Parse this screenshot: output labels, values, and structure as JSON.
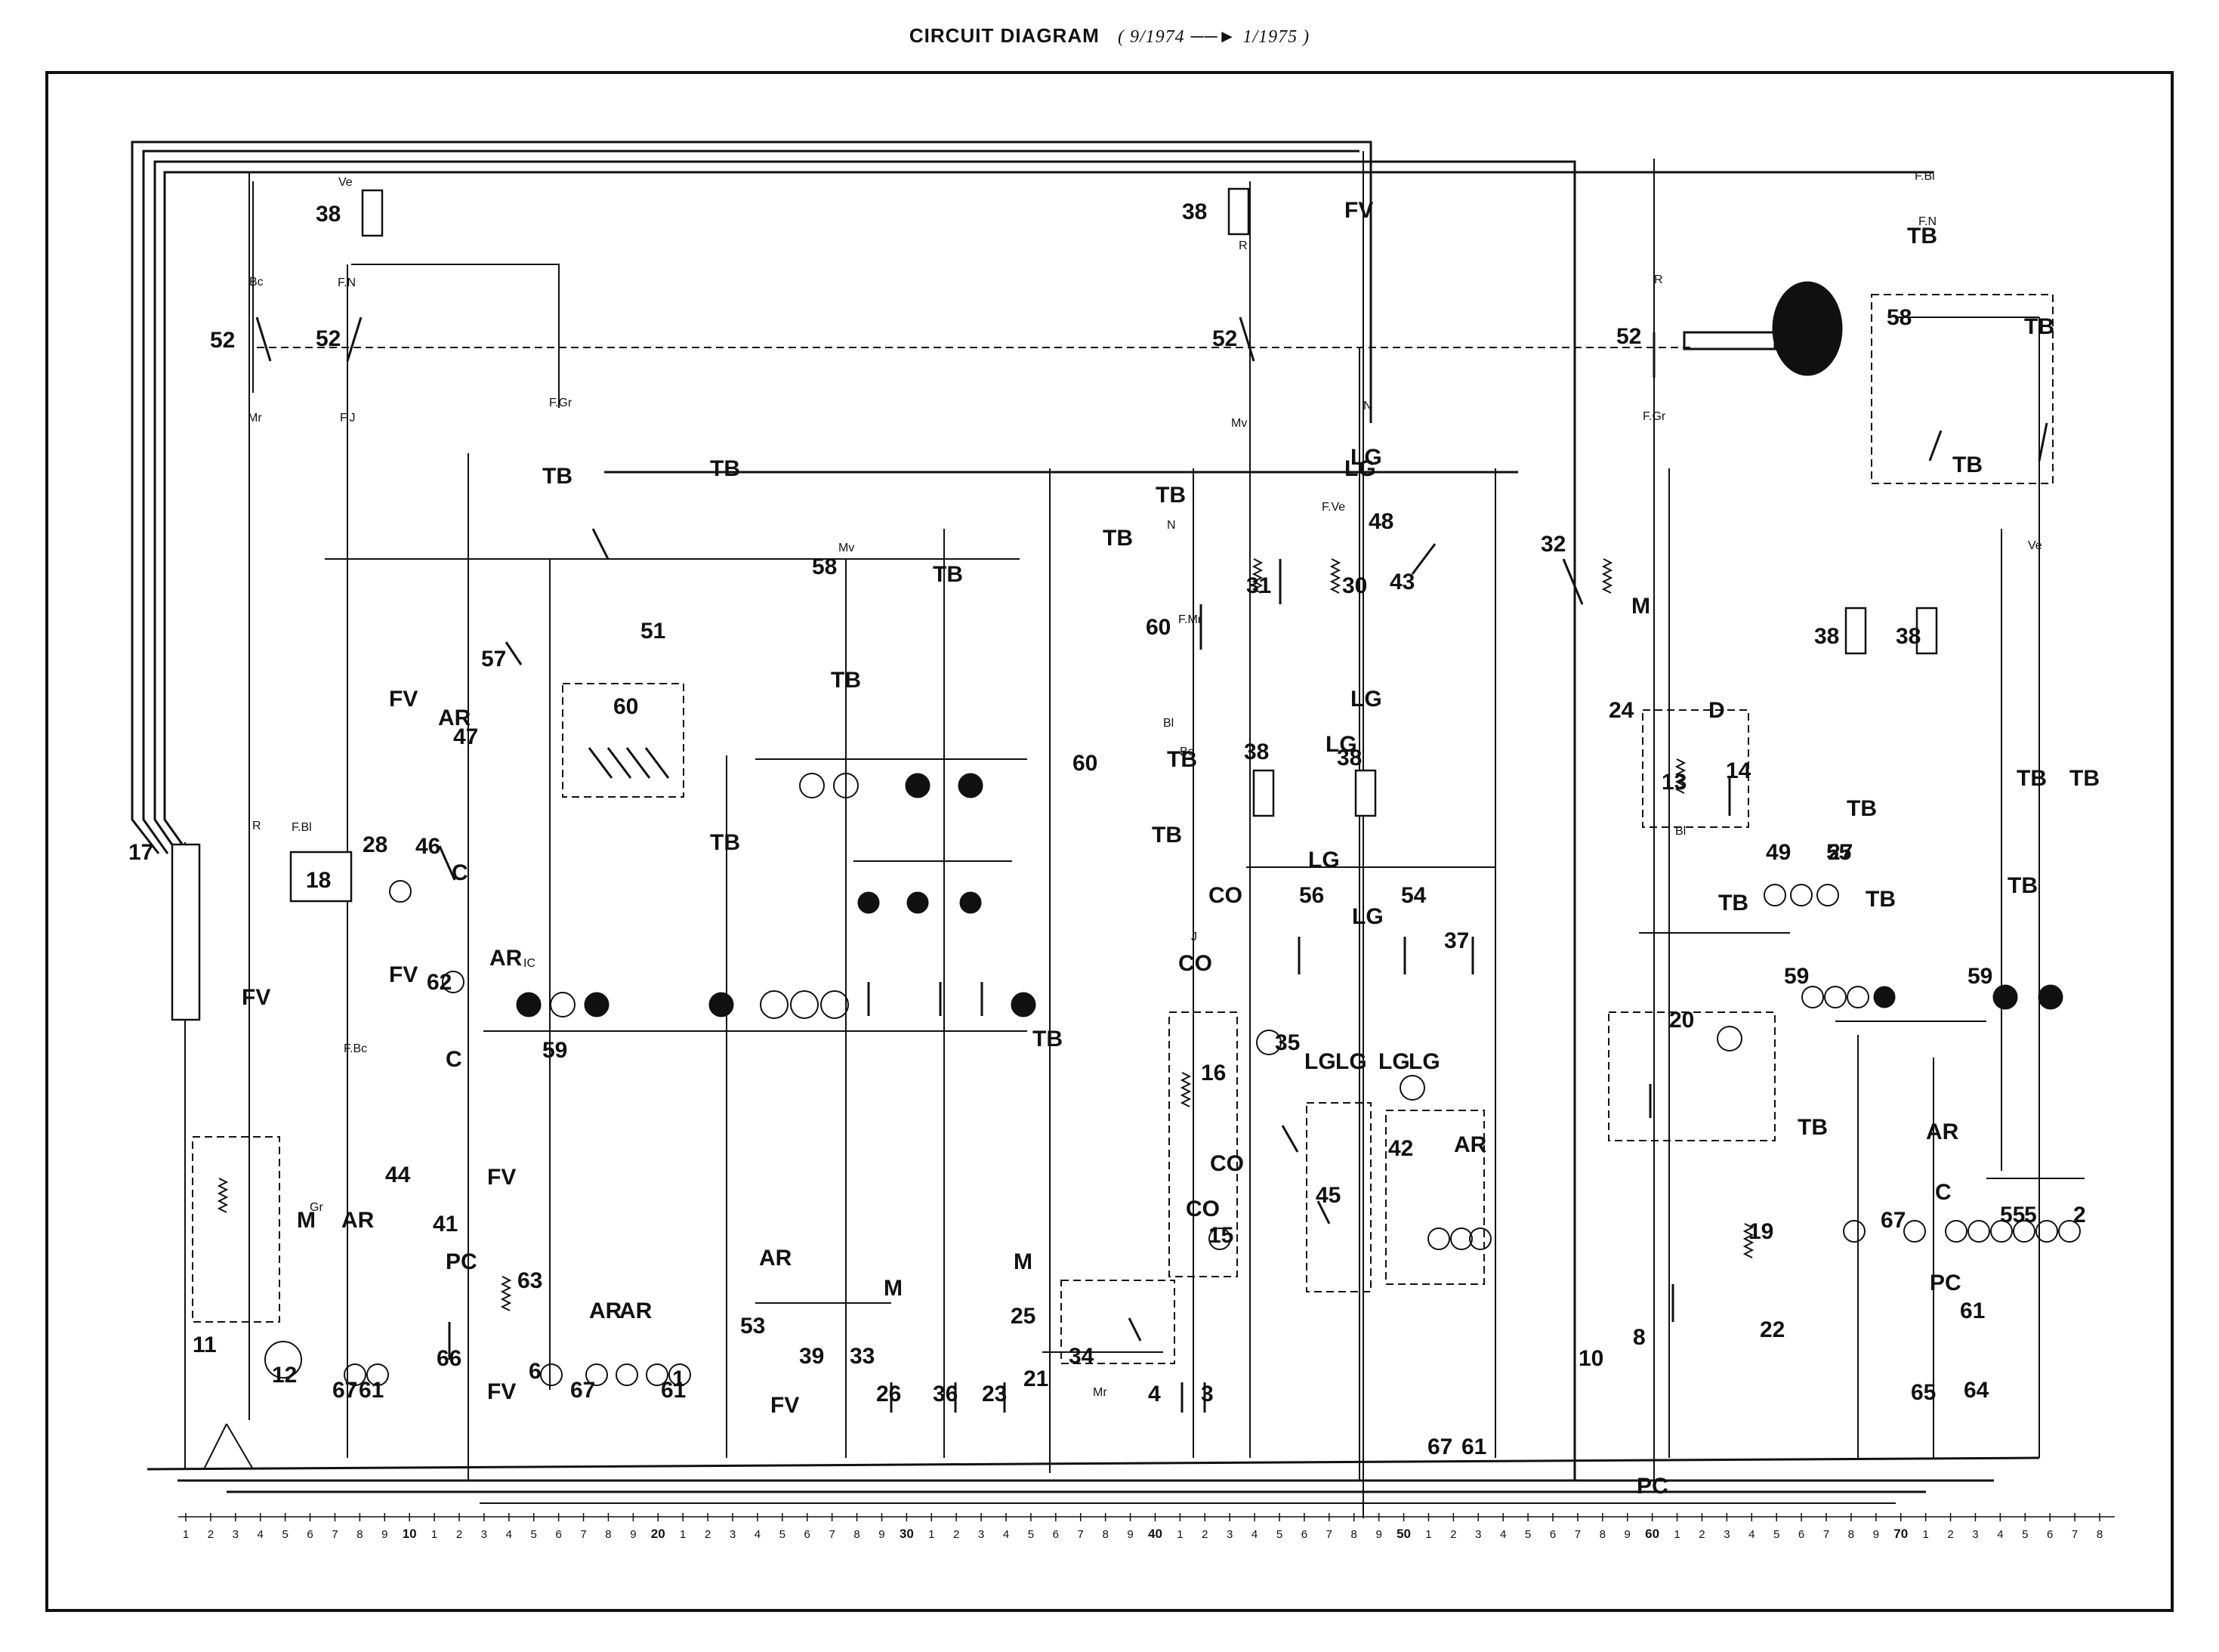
{
  "title": {
    "main": "CIRCUIT DIAGRAM",
    "from": "9/1974",
    "to": "1/1975"
  },
  "ruler_numbers": [
    "1",
    "2",
    "3",
    "4",
    "5",
    "6",
    "7",
    "8",
    "9",
    "10",
    "1",
    "2",
    "3",
    "4",
    "5",
    "6",
    "7",
    "8",
    "9",
    "20",
    "1",
    "2",
    "3",
    "4",
    "5",
    "6",
    "7",
    "8",
    "9",
    "30",
    "1",
    "2",
    "3",
    "4",
    "5",
    "6",
    "7",
    "8",
    "9",
    "40",
    "1",
    "2",
    "3",
    "4",
    "5",
    "6",
    "7",
    "8",
    "9",
    "50",
    "1",
    "2",
    "3",
    "4",
    "5",
    "6",
    "7",
    "8",
    "9",
    "60",
    "1",
    "2",
    "3",
    "4",
    "5",
    "6",
    "7",
    "8",
    "9",
    "70",
    "1",
    "2",
    "3",
    "4",
    "5",
    "6",
    "7",
    "8"
  ],
  "components": [
    "1",
    "2",
    "3",
    "4",
    "5",
    "6",
    "8",
    "10",
    "11",
    "12",
    "13",
    "14",
    "15",
    "16",
    "17",
    "18",
    "19",
    "20",
    "21",
    "22",
    "23",
    "24",
    "25",
    "26",
    "27",
    "28",
    "30",
    "31",
    "32",
    "33",
    "34",
    "35",
    "36",
    "37",
    "38",
    "39",
    "41",
    "42",
    "43",
    "44",
    "45",
    "46",
    "47",
    "48",
    "49",
    "51",
    "52",
    "53",
    "54",
    "55",
    "56",
    "57",
    "58",
    "59",
    "60",
    "61",
    "62",
    "63",
    "64",
    "65",
    "66",
    "67"
  ],
  "wire_codes": [
    "FV",
    "TB",
    "AR",
    "C",
    "PC",
    "M",
    "N",
    "LG",
    "CO",
    "R",
    "Mv",
    "Bc",
    "Bl",
    "Ve",
    "Gr",
    "F.Gr",
    "F.N",
    "F.J",
    "F.Ve",
    "F.Bl",
    "F.Mr",
    "F.Bc",
    "Mr",
    "J",
    "D",
    "IC"
  ]
}
